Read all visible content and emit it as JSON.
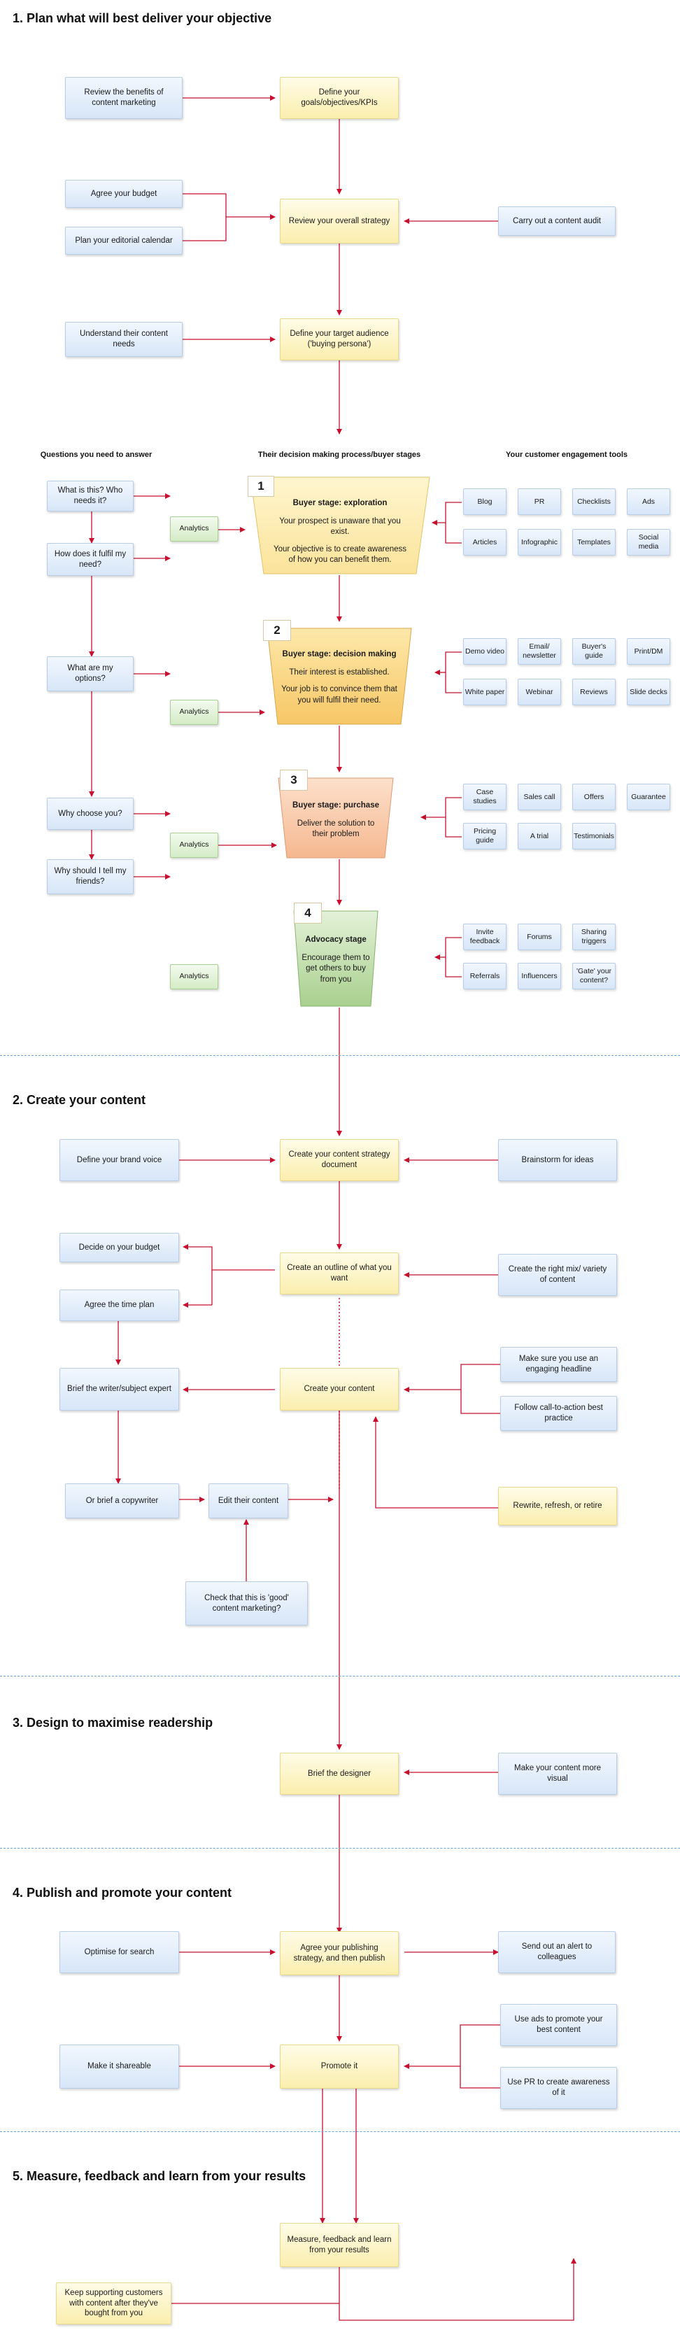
{
  "sections": {
    "s1": "1. Plan what will best deliver your objective",
    "s2": "2. Create your content",
    "s3": "3. Design to maximise readership",
    "s4": "4. Publish and promote your content",
    "s5": "5. Measure, feedback and learn from your results"
  },
  "plan": {
    "review_benefits": "Review the benefits of content marketing",
    "define_goals": "Define your goals/objectives/KPIs",
    "agree_budget": "Agree your budget",
    "plan_calendar": "Plan your editorial calendar",
    "review_strategy": "Review your overall strategy",
    "content_audit": "Carry out a content audit",
    "understand_needs": "Understand their content needs",
    "define_audience": "Define your target audience ('buying persona')"
  },
  "columns": {
    "questions": "Questions you need to answer",
    "process": "Their decision making process/buyer stages",
    "tools": "Your customer engagement tools"
  },
  "questions": {
    "q1": "What is this? Who needs it?",
    "q2": "How does it fulfil my need?",
    "q3": "What are my options?",
    "q4": "Why choose you?",
    "q5": "Why should I tell my friends?"
  },
  "analytics": "Analytics",
  "stages": {
    "s1": {
      "num": "1",
      "title": "Buyer stage: exploration",
      "l1": "Your prospect is unaware that you exist.",
      "l2": "Your objective is to create awareness of how you can benefit them."
    },
    "s2": {
      "num": "2",
      "title": "Buyer stage: decision making",
      "l1": "Their interest is established.",
      "l2": "Your job is to convince them that you will fulfil their need."
    },
    "s3": {
      "num": "3",
      "title": "Buyer stage: purchase",
      "l1": "Deliver the solution to their problem",
      "l2": ""
    },
    "s4": {
      "num": "4",
      "title": "Advocacy stage",
      "l1": "Encourage them to get others to buy from you",
      "l2": ""
    }
  },
  "tools": {
    "g1": [
      "Blog",
      "PR",
      "Checklists",
      "Ads",
      "Articles",
      "Infographic",
      "Templates",
      "Social media"
    ],
    "g2": [
      "Demo video",
      "Email/ newsletter",
      "Buyer's guide",
      "Print/DM",
      "White paper",
      "Webinar",
      "Reviews",
      "Slide decks"
    ],
    "g3": [
      "Case studies",
      "Sales call",
      "Offers",
      "Guarantee",
      "Pricing guide",
      "A trial",
      "Testimonials"
    ],
    "g4": [
      "Invite feedback",
      "Forums",
      "Sharing triggers",
      "Referrals",
      "Influencers",
      "'Gate' your content?"
    ]
  },
  "create": {
    "brand_voice": "Define your brand voice",
    "strategy_doc": "Create your content strategy document",
    "brainstorm": "Brainstorm for ideas",
    "decide_budget": "Decide on your budget",
    "outline": "Create an outline of what you want",
    "right_mix": "Create the right mix/ variety of content",
    "time_plan": "Agree the time plan",
    "engaging_headline": "Make sure you use an engaging headline",
    "brief_writer": "Brief the writer/subject expert",
    "create_content": "Create your content",
    "cta": "Follow call-to-action best practice",
    "copywriter": "Or brief a copywriter",
    "edit": "Edit their content",
    "rewrite": "Rewrite, refresh, or retire",
    "check_good": "Check that this is 'good' content marketing?"
  },
  "design": {
    "brief_designer": "Brief the designer",
    "more_visual": "Make your content more visual"
  },
  "publish": {
    "optimise": "Optimise for search",
    "agree_publish": "Agree your publishing strategy, and then publish",
    "alert": "Send out an alert to colleagues",
    "ads_promote": "Use ads to promote your best content",
    "shareable": "Make it shareable",
    "promote": "Promote it",
    "pr_aware": "Use PR to create awareness of it"
  },
  "measure": {
    "measure": "Measure, feedback and learn from your results",
    "keep_supporting": "Keep supporting customers with content after they've bought from you"
  },
  "colors": {
    "arrow": "#c8102e",
    "divider": "#6da1d3",
    "stage1": "#fbe39a",
    "stage2": "#f7c766",
    "stage3": "#f5b890",
    "stage4": "#a9d08e"
  }
}
